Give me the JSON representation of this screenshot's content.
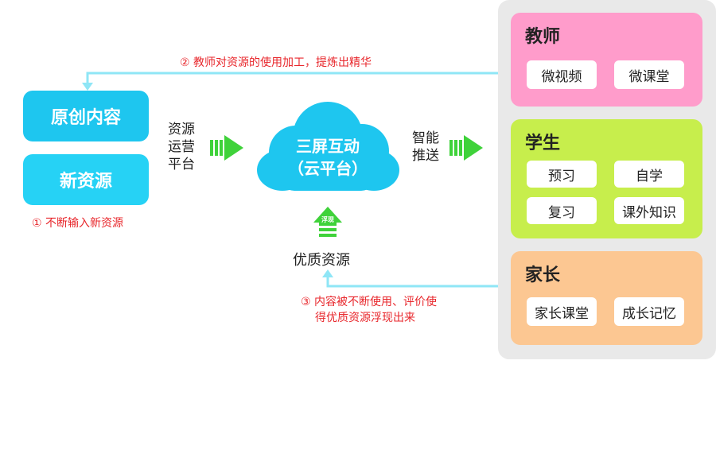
{
  "sources": {
    "original_label": "原创内容",
    "new_resources_label": "新资源",
    "note_input": "① 不断输入新资源"
  },
  "flow": {
    "operation_platform": [
      "资源",
      "运营",
      "平台"
    ],
    "smart_push": [
      "智能",
      "推送"
    ],
    "cloud_title": "三屏互动",
    "cloud_subtitle": "（云平台）",
    "float_badge": "浮现",
    "quality_resources": "优质资源",
    "note_refine": "② 教师对资源的使用加工，提炼出精华",
    "note_reuse": [
      "③ 内容被不断使用、评价使",
      "得优质资源浮现出来"
    ]
  },
  "groups": {
    "teacher": {
      "title": "教师",
      "items": [
        "微视频",
        "微课堂"
      ],
      "color": "#ff9ccb"
    },
    "student": {
      "title": "学生",
      "items": [
        "预习",
        "自学",
        "复习",
        "课外知识"
      ],
      "color": "#c7ee4c"
    },
    "parent": {
      "title": "家长",
      "items": [
        "家长课堂",
        "成长记忆"
      ],
      "color": "#fcc792"
    }
  },
  "colors": {
    "cyan": "#1ec6ef",
    "line": "#8fe6f6",
    "arrow_green": "#3fd23a",
    "note_red": "#e8272c",
    "panel": "#e9e9e9"
  }
}
